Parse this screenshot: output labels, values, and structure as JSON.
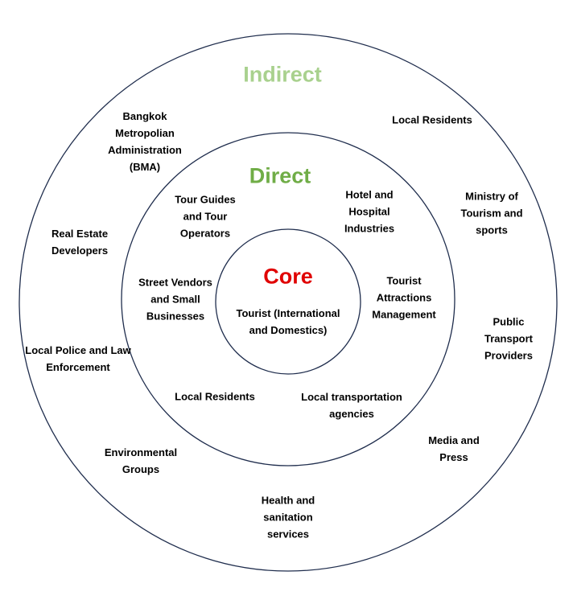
{
  "colors": {
    "indirect": "#a9d18e",
    "direct": "#70ad47",
    "core": "#e00000",
    "ring_stroke": "#1f2d4d"
  },
  "rings": {
    "indirect": {
      "title": "Indirect",
      "items": [
        "Bangkok\nMetropolian\nAdministration\n(BMA)",
        "Local Residents",
        "Ministry of\nTourism and\nsports",
        "Real Estate\nDevelopers",
        "Public Transport\nProviders",
        "Local Police and Law\nEnforcement",
        "Media and\nPress",
        "Environmental\nGroups",
        "Health and\nsanitation\nservices"
      ]
    },
    "direct": {
      "title": "Direct",
      "items": [
        "Tour Guides\nand Tour\nOperators",
        "Hotel and\nHospital\nIndustries",
        "Street Vendors\nand Small\nBusinesses",
        "Tourist\nAttractions\nManagement",
        "Local Residents",
        "Local transportation\nagencies"
      ]
    },
    "core": {
      "title": "Core",
      "items": [
        "Tourist (International\nand Domestics)"
      ]
    }
  }
}
